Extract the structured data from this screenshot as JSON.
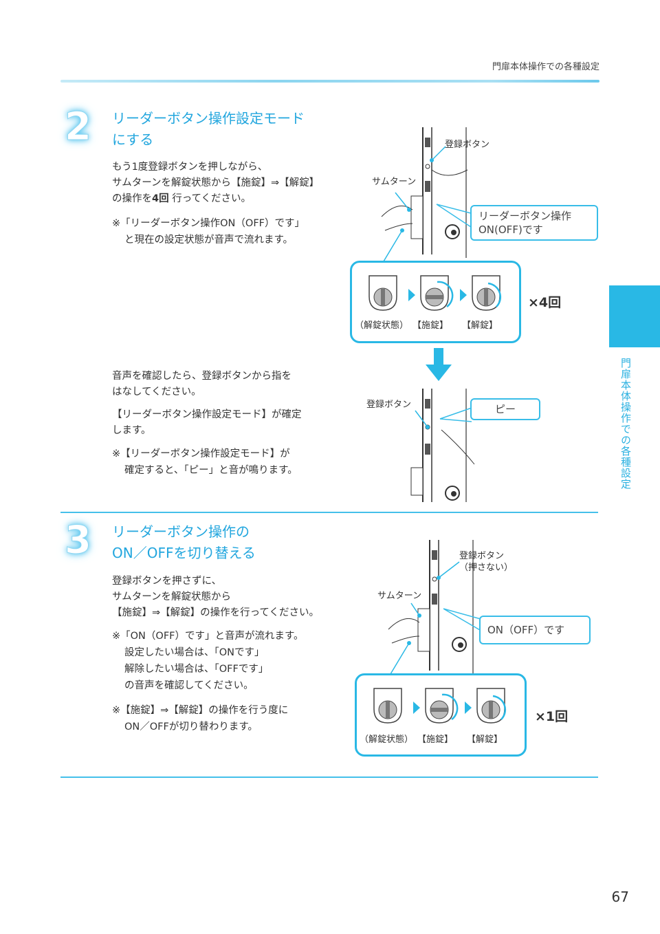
{
  "header": {
    "section_title": "門扉本体操作での各種設定"
  },
  "side_tab": {
    "label": "門扉本体操作での各種設定"
  },
  "colors": {
    "accent": "#29b8e5",
    "text": "#333333"
  },
  "step2": {
    "number": "2",
    "title_line1": "リーダーボタン操作設定モード",
    "title_line2": "にする",
    "body": [
      "もう1度登録ボタンを押しながら、",
      "サムターンを解錠状態から【施錠】⇒【解錠】"
    ],
    "body_line3_prefix": "の操作を",
    "body_line3_bold": "4回",
    "body_line3_suffix": " 行ってください。",
    "note": [
      "※「リーダーボタン操作ON（OFF）です」",
      "と現在の設定状態が音声で流れます。"
    ],
    "illustration": {
      "label_register": "登録ボタン",
      "label_thumbturn": "サムターン",
      "bubble": [
        "リーダーボタン操作",
        "ON(OFF)です"
      ],
      "seq": [
        "（解錠状態）",
        "【施錠】",
        "【解錠】"
      ],
      "times": "×4回"
    },
    "after": {
      "p1": [
        "音声を確認したら、登録ボタンから指を",
        "はなしてください。"
      ],
      "p2": [
        "【リーダーボタン操作設定モード】が確定",
        "します。"
      ],
      "note": [
        "※【リーダーボタン操作設定モード】が",
        "確定すると、「ピー」と音が鳴ります。"
      ],
      "label_register": "登録ボタン",
      "bubble": "ピー"
    }
  },
  "step3": {
    "number": "3",
    "title_line1": "リーダーボタン操作の",
    "title_line2": "ON／OFFを切り替える",
    "body": [
      "登録ボタンを押さずに、",
      "サムターンを解錠状態から",
      "【施錠】⇒【解錠】の操作を行ってください。"
    ],
    "note1": [
      "※「ON（OFF）です」と音声が流れます。",
      "設定したい場合は、「ONです」",
      "解除したい場合は、「OFFです」",
      "の音声を確認してください。"
    ],
    "note2": [
      "※【施錠】⇒【解錠】の操作を行う度に",
      "ON／OFFが切り替わります。"
    ],
    "illustration": {
      "label_register": "登録ボタン",
      "label_register_sub": "（押さない）",
      "label_thumbturn": "サムターン",
      "bubble": "ON（OFF）です",
      "seq": [
        "（解錠状態）",
        "【施錠】",
        "【解錠】"
      ],
      "times": "×1回"
    }
  },
  "footer": {
    "page_number": "67"
  }
}
